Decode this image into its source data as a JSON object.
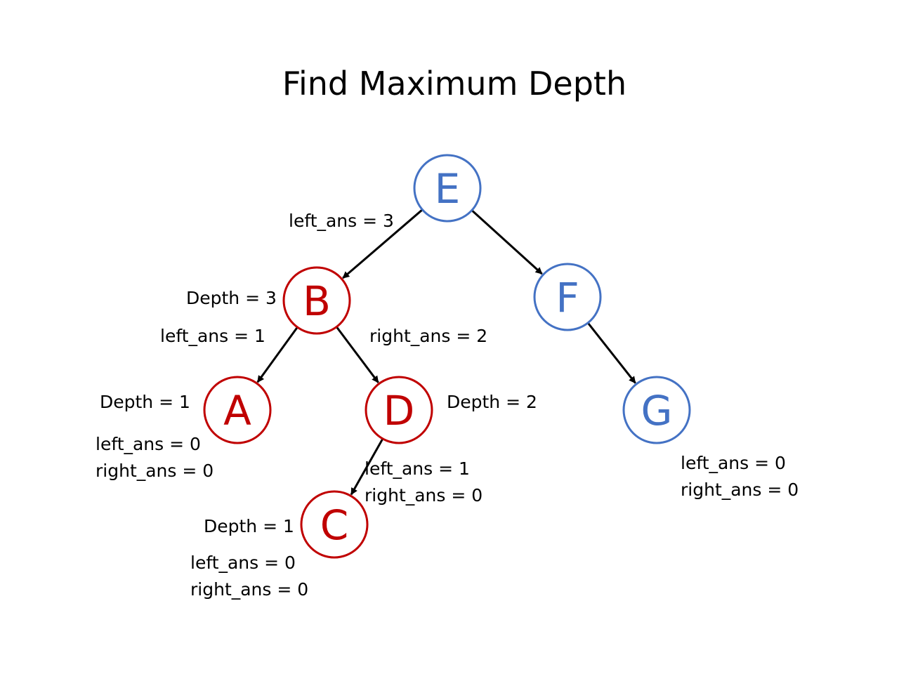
{
  "title": "Find Maximum Depth",
  "colors": {
    "visited": "#c00000",
    "unvisited": "#4472c4",
    "edge": "#000000"
  },
  "nodes": {
    "E": {
      "letter": "E",
      "state": "unvisited"
    },
    "B": {
      "letter": "B",
      "state": "visited"
    },
    "F": {
      "letter": "F",
      "state": "unvisited"
    },
    "A": {
      "letter": "A",
      "state": "visited"
    },
    "D": {
      "letter": "D",
      "state": "visited"
    },
    "G": {
      "letter": "G",
      "state": "unvisited"
    },
    "C": {
      "letter": "C",
      "state": "visited"
    }
  },
  "edges": [
    {
      "from": "E",
      "to": "B"
    },
    {
      "from": "E",
      "to": "F"
    },
    {
      "from": "B",
      "to": "A"
    },
    {
      "from": "B",
      "to": "D"
    },
    {
      "from": "F",
      "to": "G"
    },
    {
      "from": "D",
      "to": "C"
    }
  ],
  "labels": {
    "e_left_ans": "left_ans = 3",
    "b_depth": "Depth = 3",
    "b_left_ans": "left_ans = 1",
    "b_right_ans": "right_ans = 2",
    "a_depth": "Depth = 1",
    "a_left_ans": "left_ans = 0",
    "a_right_ans": "right_ans = 0",
    "d_depth": "Depth = 2",
    "d_left_ans": "left_ans = 1",
    "d_right_ans": "right_ans = 0",
    "c_depth": "Depth = 1",
    "c_left_ans": "left_ans = 0",
    "c_right_ans": "right_ans = 0",
    "g_left_ans": "left_ans = 0",
    "g_right_ans": "right_ans = 0"
  }
}
